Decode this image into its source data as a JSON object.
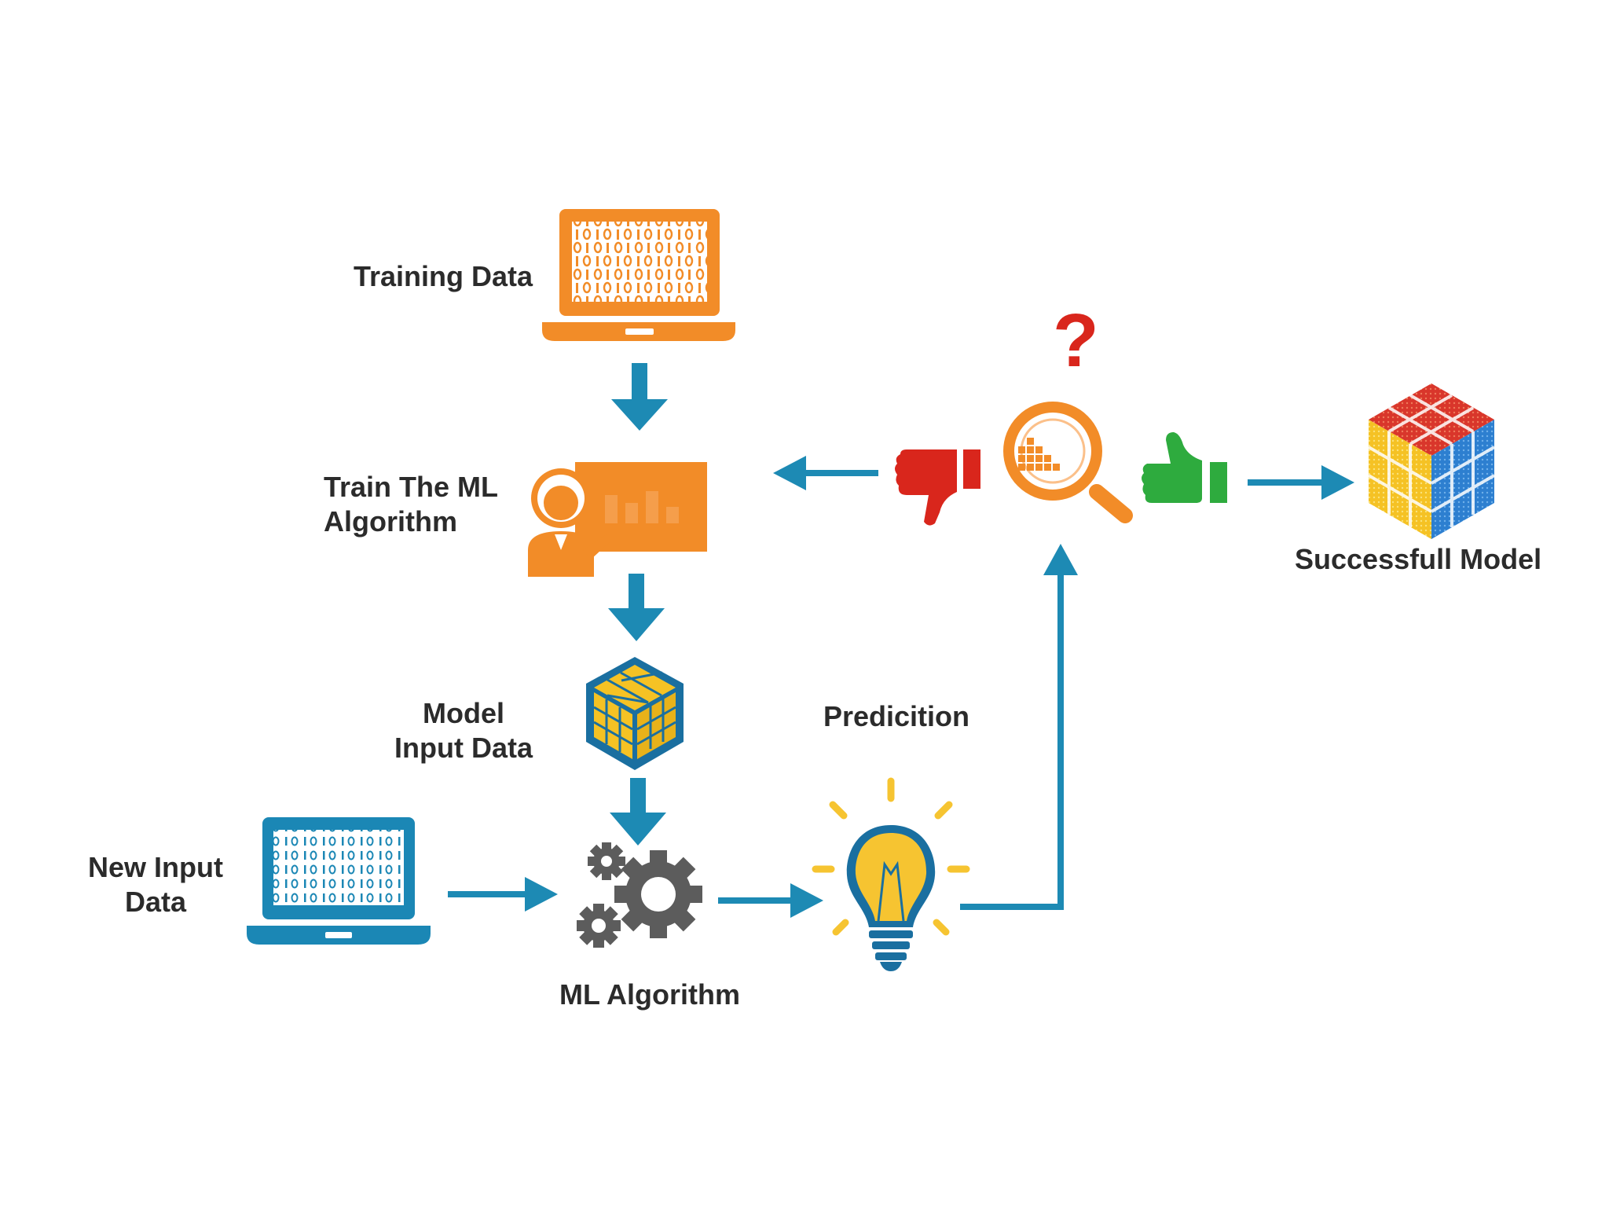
{
  "labels": {
    "training_data": "Training Data",
    "train_algorithm_line1": "Train The  ML",
    "train_algorithm_line2": "Algorithm",
    "model_input_line1": "Model",
    "model_input_line2": "Input Data",
    "new_input_line1": "New Input",
    "new_input_line2": "Data",
    "ml_algorithm": "ML  Algorithm",
    "prediction": "Predicition",
    "successful_model": "Successfull Model",
    "question_mark": "?"
  },
  "icons": {
    "training_laptop": "laptop-icon",
    "trainer": "presenter-icon",
    "model_cube": "grid-cube-icon",
    "new_input_laptop": "laptop-icon",
    "gears": "gears-icon",
    "bulb": "lightbulb-icon",
    "magnifier": "magnifier-icon",
    "thumbs_down": "thumbs-down-icon",
    "thumbs_up": "thumbs-up-icon",
    "success_cube": "rubiks-cube-icon"
  },
  "colors": {
    "orange": "#f28c28",
    "blue": "#1b87b5",
    "arrow": "#1d8ab4",
    "yellow": "#f6c431",
    "red": "#d9261c",
    "green": "#2eab3e",
    "gray": "#5c5c5c"
  }
}
